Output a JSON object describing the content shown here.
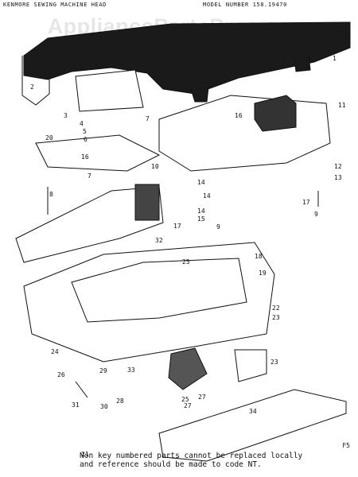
{
  "header": {
    "left_title": "KENMORE SEWING MACHINE HEAD",
    "right_title": "MODEL NUMBER 158.19470"
  },
  "watermark": "AppliancePartsPros.com",
  "footer": {
    "note": "Non key numbered parts cannot be replaced locally and reference should be made to code NT.",
    "page_mark": "F5"
  },
  "callouts": [
    "1",
    "2",
    "3",
    "4",
    "5",
    "6",
    "7",
    "7",
    "8",
    "9",
    "9",
    "10",
    "11",
    "12",
    "13",
    "14",
    "14",
    "14",
    "15",
    "16",
    "16",
    "17",
    "17",
    "18",
    "19",
    "20",
    "21",
    "22",
    "23",
    "23",
    "24",
    "25",
    "25",
    "26",
    "27",
    "27",
    "28",
    "29",
    "30",
    "31",
    "32",
    "33",
    "34"
  ],
  "colors": {
    "ink": "#111111",
    "paper": "#ffffff",
    "watermark": "#d2d2d2"
  }
}
